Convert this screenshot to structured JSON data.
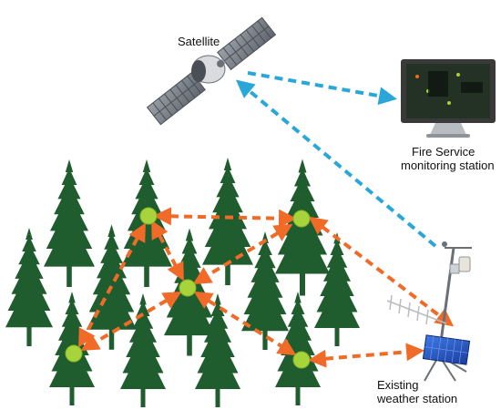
{
  "labels": {
    "satellite": "Satellite",
    "fire_service": [
      "Fire Service",
      "monitoring station"
    ],
    "weather_station": [
      "Existing",
      "weather station"
    ]
  },
  "colors": {
    "tree": "#1f5c2e",
    "sensor": "#a6d43a",
    "mesh_link": "#f06a28",
    "uplink": "#2aa7d8",
    "satellite_panel": "#8a8f96",
    "monitor_bezel": "#3a3a3a",
    "solar_panel": "#1f4fbf"
  },
  "icons": [
    "satellite-icon",
    "monitor-icon",
    "weather-station-icon",
    "tree-icon",
    "sensor-node-icon"
  ]
}
